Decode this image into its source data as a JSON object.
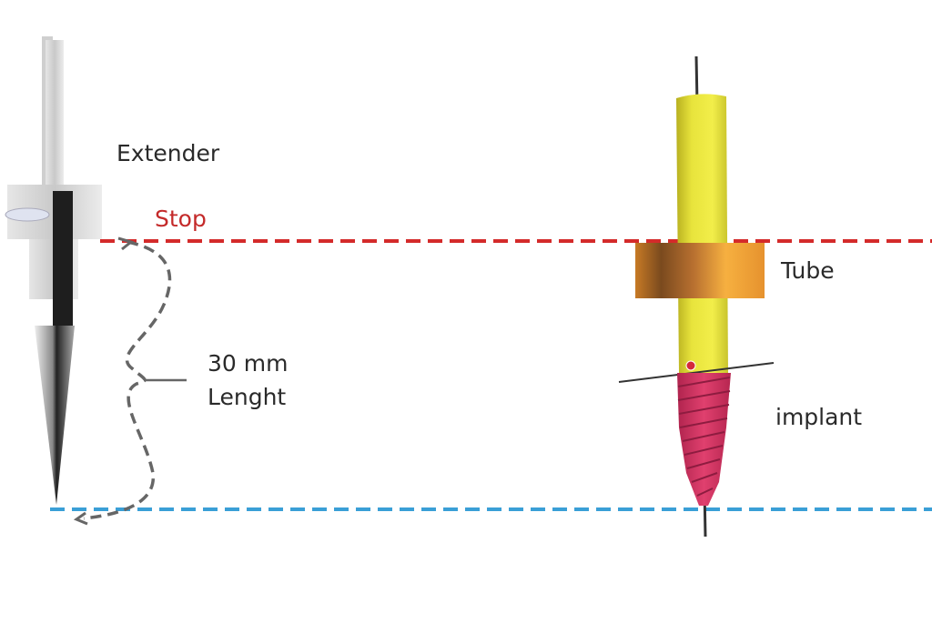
{
  "labels": {
    "extender": "Extender",
    "stop": "Stop",
    "length_value": "30 mm",
    "length_word": "Lenght",
    "tube": "Tube",
    "implant": "implant"
  },
  "colors": {
    "stop_line": "#d42a2a",
    "depth_line": "#3a9fd6",
    "guide_arrow": "#666666",
    "tube_rod": "#e6e23a",
    "tube_collar": "#e0902e",
    "implant": "#d8366a",
    "stop_text": "#c42a2a"
  }
}
